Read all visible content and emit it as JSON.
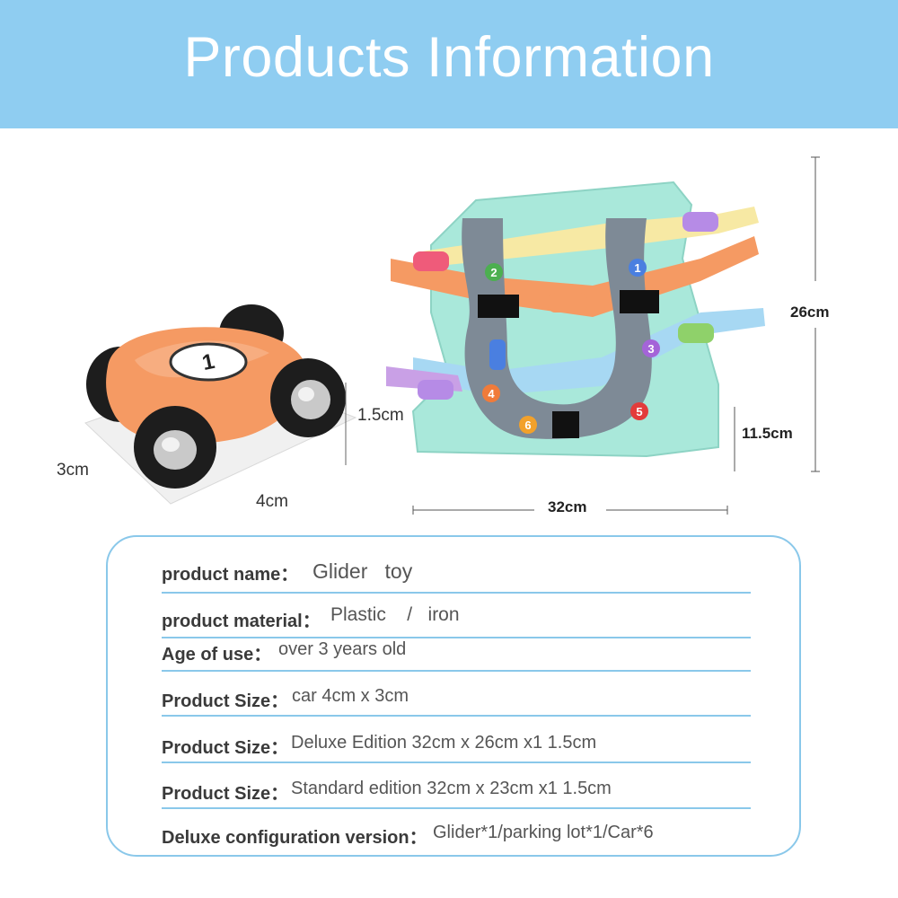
{
  "banner": {
    "title": "Products Information"
  },
  "car_dimensions": {
    "height": "1.5cm",
    "depth": "3cm",
    "length": "4cm"
  },
  "track_dimensions": {
    "height": "26cm",
    "base_height": "11.5cm",
    "width": "32cm"
  },
  "track_numbers": [
    "1",
    "2",
    "3",
    "4",
    "5",
    "6"
  ],
  "colors": {
    "banner": "#8fcdf1",
    "rule": "#8ac8ea",
    "track_base": "#a9e8da",
    "car_body": "#f59a63"
  },
  "info": [
    {
      "label": "product name：",
      "value": "Glider   toy"
    },
    {
      "label": "product material：",
      "value": "Plastic    /   iron"
    },
    {
      "label": "Age of use：",
      "value": "over 3 years old"
    },
    {
      "label": "Product Size：",
      "value": "car 4cm x 3cm"
    },
    {
      "label": "Product Size：",
      "value": "Deluxe Edition 32cm x 26cm x1 1.5cm"
    },
    {
      "label": "Product Size：",
      "value": "Standard edition 32cm x 23cm x1 1.5cm"
    },
    {
      "label": "Deluxe configuration version：",
      "value": "Glider*1/parking lot*1/Car*6"
    }
  ]
}
